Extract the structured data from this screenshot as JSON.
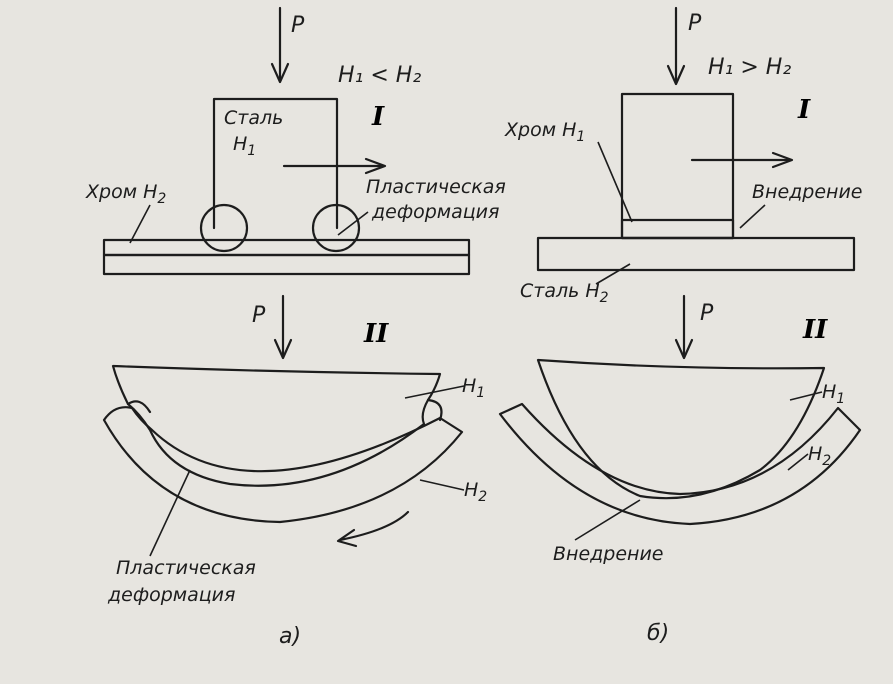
{
  "top_text_fragment": "",
  "left": {
    "force_top": "P",
    "hardness_relation": "H₁ < H₂",
    "stage_one": "I",
    "upper_material_line1": "Сталь",
    "upper_material_line2": "H",
    "upper_material_sub": "1",
    "lower_material": "Хром H",
    "lower_material_sub": "2",
    "plastic_label_line1": "Пластическая",
    "plastic_label_line2": "деформация",
    "force_mid": "P",
    "stage_two": "II",
    "h1_label": "H",
    "h1_sub": "1",
    "h2_label": "H",
    "h2_sub": "2",
    "bottom_label_line1": "Пластическая",
    "bottom_label_line2": "деформация",
    "caption": "а)"
  },
  "right": {
    "force_top": "P",
    "hardness_relation": "H₁ > H₂",
    "stage_one": "I",
    "upper_material": "Хром H",
    "upper_material_sub": "1",
    "penetration_label": "Внедрение",
    "lower_material": "Сталь H",
    "lower_material_sub": "2",
    "force_mid": "P",
    "stage_two": "II",
    "h1_label": "H",
    "h1_sub": "1",
    "h2_label": "H",
    "h2_sub": "2",
    "bottom_label": "Внедрение",
    "caption": "б)"
  },
  "colors": {
    "ink": "#1d1d1d",
    "paper": "#e7e5e0"
  }
}
